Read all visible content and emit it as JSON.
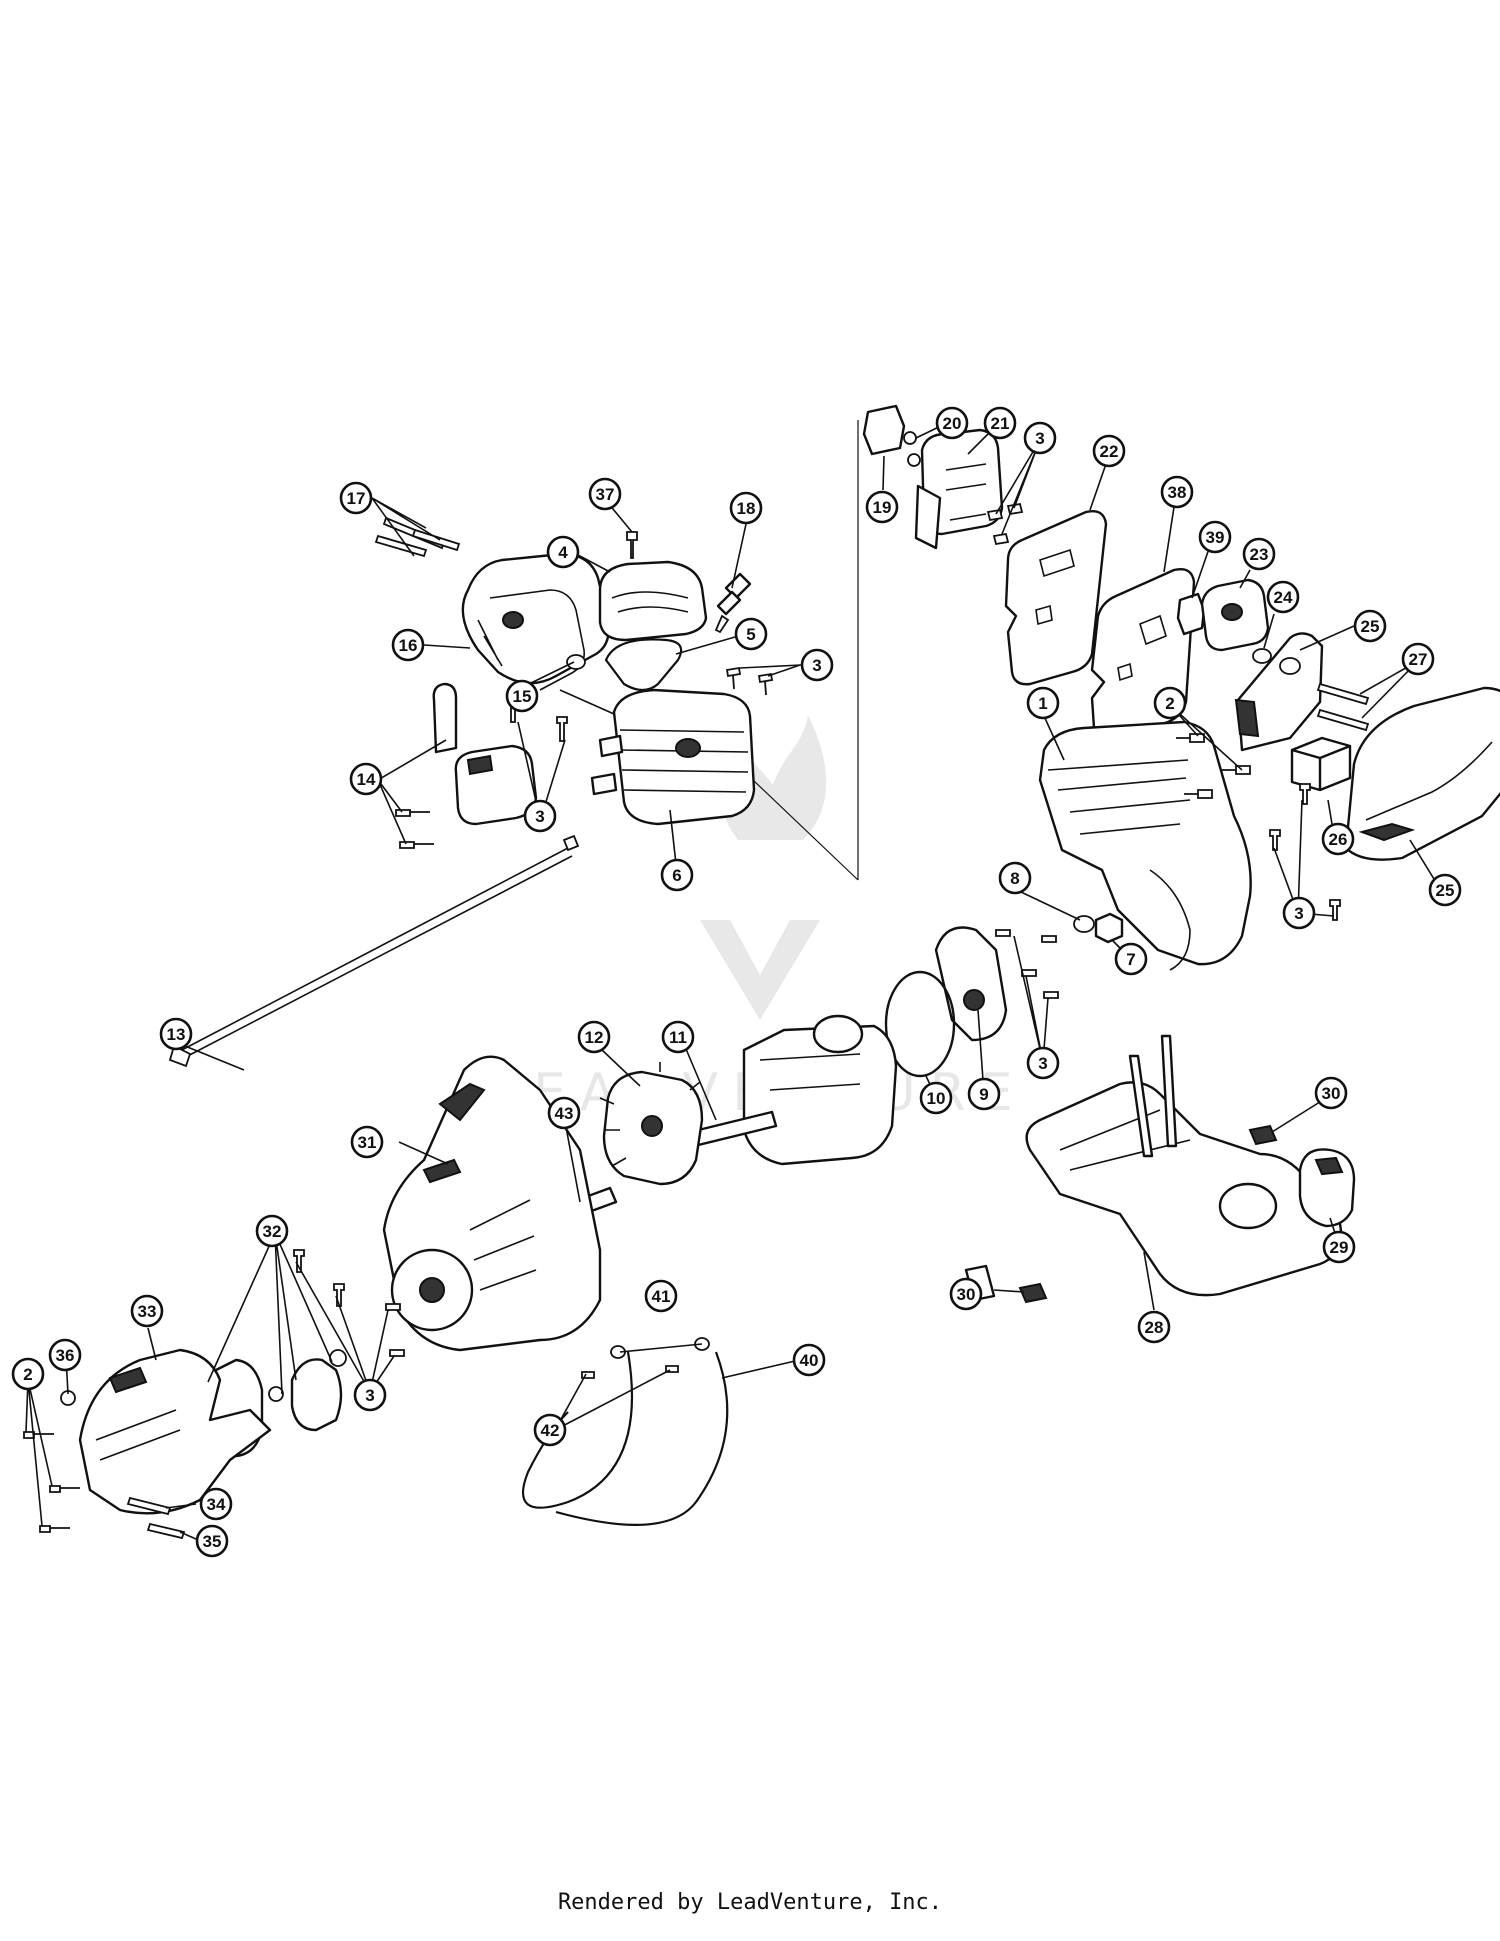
{
  "footer": "Rendered by LeadVenture, Inc.",
  "watermark": "LEADVENTURE",
  "callouts": [
    "1",
    "2",
    "3",
    "4",
    "5",
    "6",
    "7",
    "8",
    "9",
    "10",
    "11",
    "12",
    "13",
    "14",
    "15",
    "16",
    "17",
    "18",
    "19",
    "20",
    "21",
    "22",
    "23",
    "24",
    "25",
    "26",
    "27",
    "28",
    "29",
    "30",
    "31",
    "32",
    "33",
    "34",
    "35",
    "36",
    "37",
    "38",
    "39",
    "40",
    "41",
    "42",
    "43"
  ]
}
